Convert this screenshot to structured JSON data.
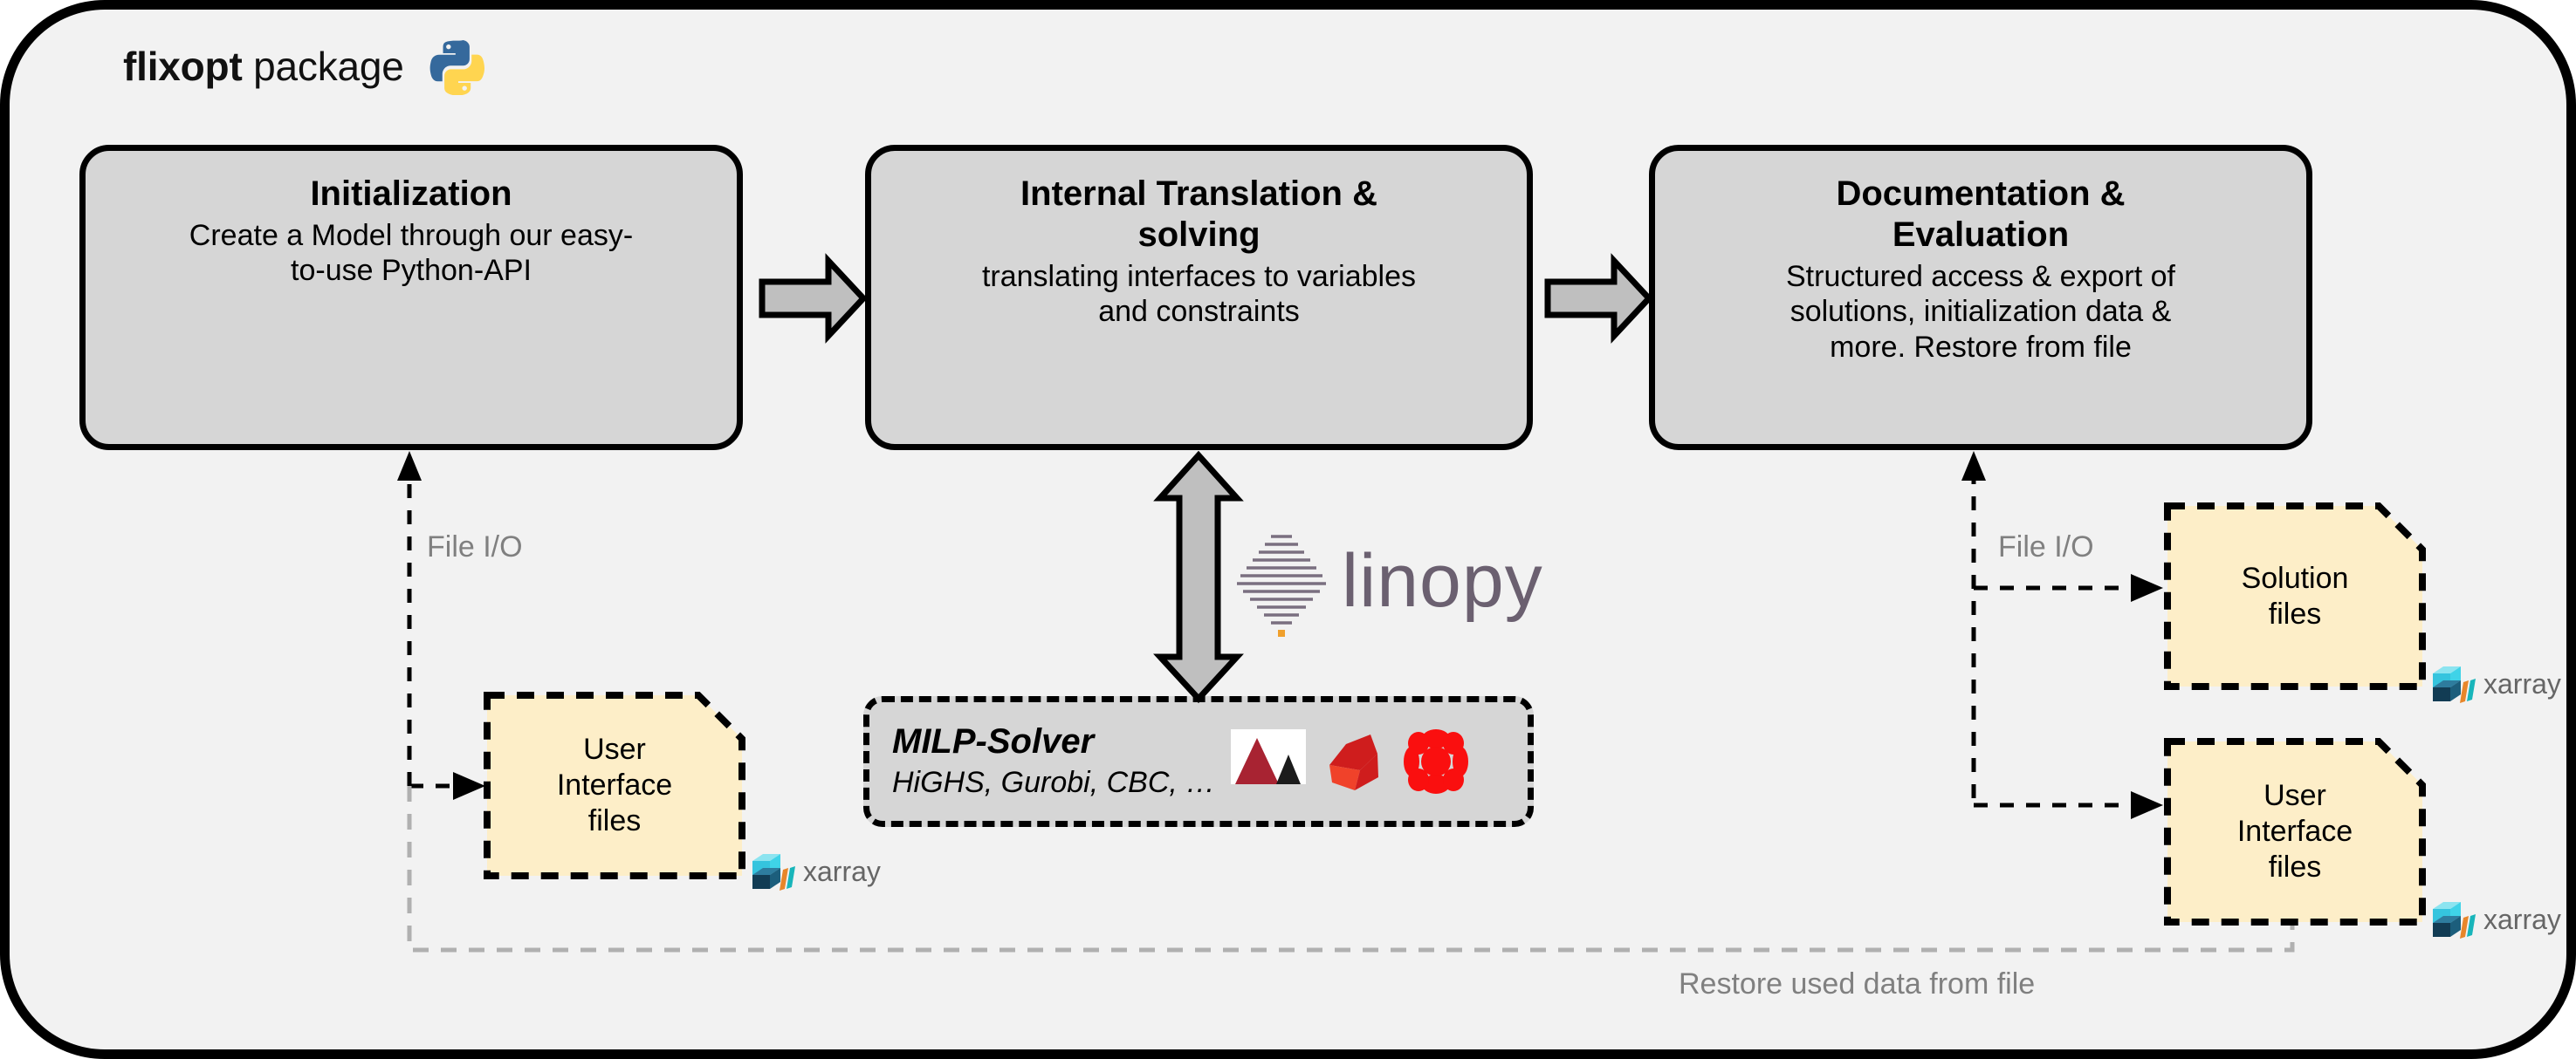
{
  "header": {
    "title_bold": "flixopt",
    "title_rest": " package",
    "python_icon": "python-logo-icon"
  },
  "stages": [
    {
      "id": "initialization",
      "title": "Initialization",
      "description": "Create a Model through our easy-\nto-use Python-API"
    },
    {
      "id": "internal-translation-solving",
      "title": "Internal Translation &\nsolving",
      "description": "translating interfaces to variables\nand constraints"
    },
    {
      "id": "documentation-evaluation",
      "title": "Documentation &\nEvaluation",
      "description": "Structured access & export of\nsolutions, initialization data &\nmore. Restore from file"
    }
  ],
  "milp": {
    "title": "MILP-Solver",
    "subtitle": "HiGHS, Gurobi, CBC, …",
    "logos": [
      "highs-logo-icon",
      "gurobi-logo-icon",
      "cbc-logo-icon"
    ]
  },
  "linopy": {
    "wordmark": "linopy",
    "logo_icon": "linopy-diamond-icon",
    "text_color": "#6b6070",
    "dot_color": "#f0a02c"
  },
  "files": [
    {
      "id": "user-interface-files-left",
      "label": "User\nInterface\nfiles",
      "badge": "xarray"
    },
    {
      "id": "solution-files",
      "label": "Solution\nfiles",
      "badge": "xarray"
    },
    {
      "id": "user-interface-files-right",
      "label": "User\nInterface\nfiles",
      "badge": "xarray"
    }
  ],
  "connectors": {
    "file_io_left": "File I/O",
    "file_io_right": "File I/O",
    "restore": "Restore used data from file"
  },
  "colors": {
    "canvas_background": "#f2f2f2",
    "stage_fill": "#d6d6d6",
    "file_fill": "#fdeec8",
    "outline": "#000000",
    "muted_text": "#808080",
    "arrow_fill": "#bfbfbf"
  }
}
